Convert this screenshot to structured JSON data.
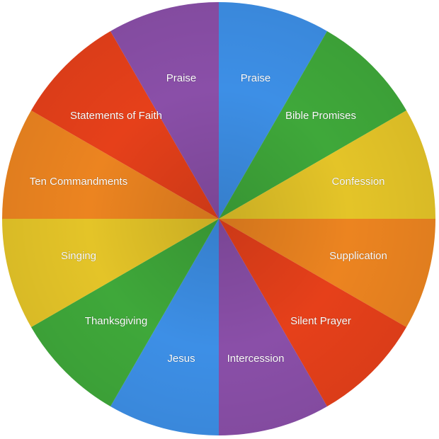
{
  "wheel": {
    "segments": [
      {
        "label": "Praise",
        "color": "#3d8fe6"
      },
      {
        "label": "Bible Promises",
        "color": "#3fa83a"
      },
      {
        "label": "Confession",
        "color": "#e4c428"
      },
      {
        "label": "Supplication",
        "color": "#ec8420"
      },
      {
        "label": "Silent Prayer",
        "color": "#e6401a"
      },
      {
        "label": "Intercession",
        "color": "#8a4fa8"
      },
      {
        "label": "Jesus",
        "color": "#3d8fe6"
      },
      {
        "label": "Thanksgiving",
        "color": "#3fa83a"
      },
      {
        "label": "Singing",
        "color": "#e4c428"
      },
      {
        "label": "Ten Commandments",
        "color": "#ec8420"
      },
      {
        "label": "Statements of Faith",
        "color": "#e6401a"
      },
      {
        "label": "Praise",
        "color": "#8a4fa8"
      }
    ]
  }
}
